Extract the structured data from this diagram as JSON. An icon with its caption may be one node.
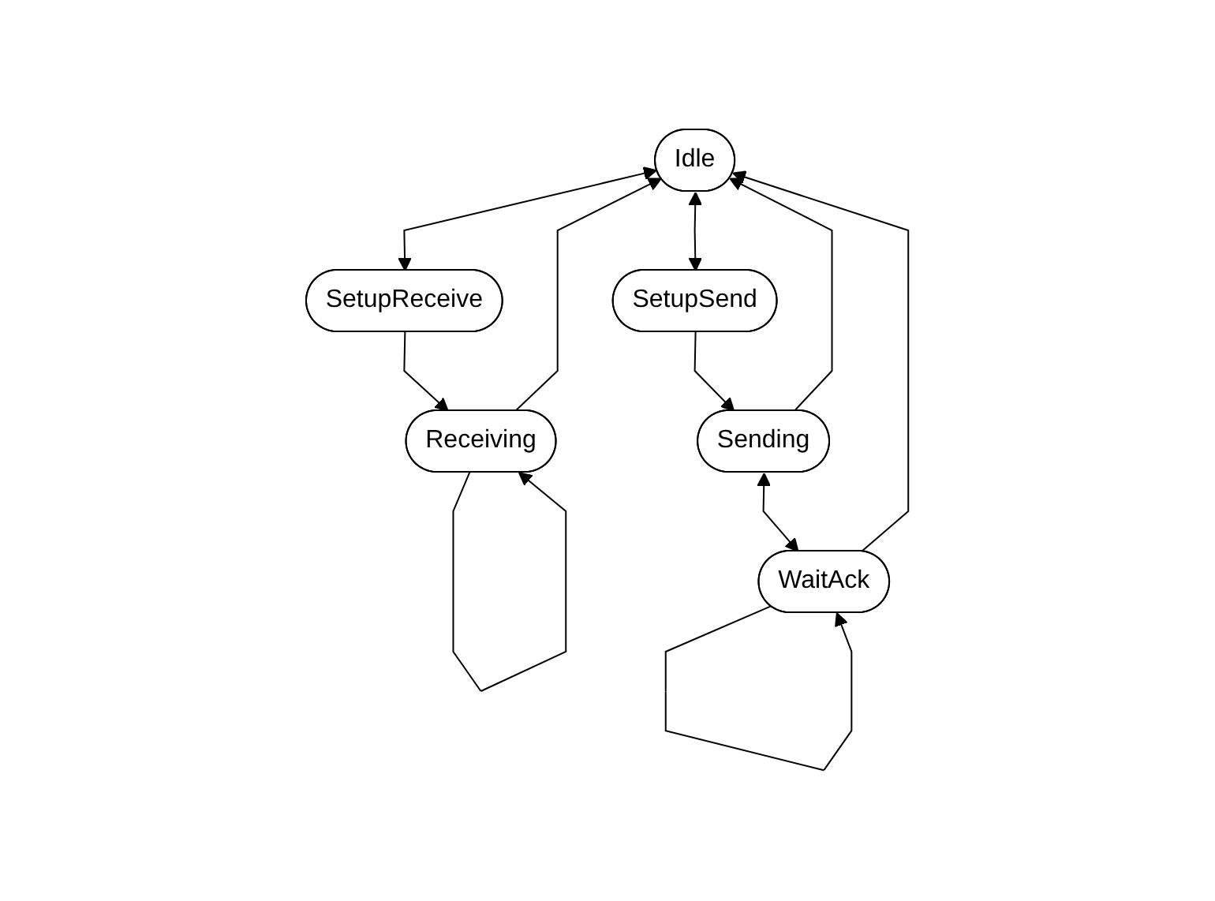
{
  "diagram": {
    "nodes": [
      {
        "text": [
          "Idle"
        ]
      },
      {
        "text": [
          "SetupReceive"
        ]
      },
      {
        "text": [
          "Receiving"
        ]
      },
      {
        "text": [
          "SetupSend"
        ]
      },
      {
        "text": [
          "Sending"
        ]
      },
      {
        "text": [
          "WaitAck"
        ]
      }
    ],
    "edges": [
      {
        "from": 0,
        "to": 1,
        "arrow": "both"
      },
      {
        "from": 0,
        "to": 3,
        "arrow": "both"
      },
      {
        "from": 1,
        "to": 2,
        "arrow": "to"
      },
      {
        "from": 2,
        "to": 0,
        "arrow": "to"
      },
      {
        "from": 2,
        "to": 2,
        "arrow": "to"
      },
      {
        "from": 3,
        "to": 4,
        "arrow": "to"
      },
      {
        "from": 4,
        "to": 0,
        "arrow": "to"
      },
      {
        "from": 4,
        "to": 5,
        "arrow": "both"
      },
      {
        "from": 5,
        "to": 0,
        "arrow": "to"
      },
      {
        "from": 5,
        "to": 5,
        "arrow": "to"
      }
    ]
  }
}
